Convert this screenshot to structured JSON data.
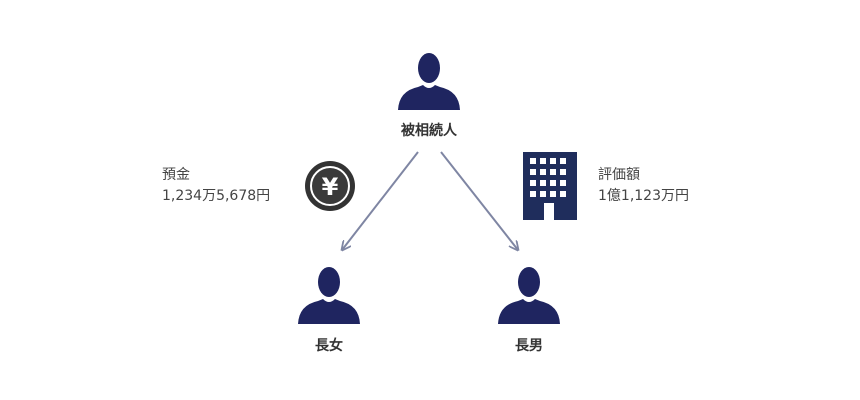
{
  "people": {
    "deceased": {
      "label": "被相続人"
    },
    "eldest_daughter": {
      "label": "長女"
    },
    "eldest_son": {
      "label": "長男"
    }
  },
  "assets": {
    "deposit": {
      "label": "預金",
      "value": "1,234万5,678円",
      "icon": "yen-coin-icon",
      "symbol": "¥"
    },
    "property": {
      "label": "評価額",
      "value": "1億1,123万円",
      "icon": "building-icon"
    }
  },
  "colors": {
    "person": "#1f2560",
    "arrow": "#7f86a3",
    "building": "#1f2d5c",
    "coin_ring": "#333333",
    "coin_fill": "#3a3a3a",
    "label_text": "#333333"
  }
}
